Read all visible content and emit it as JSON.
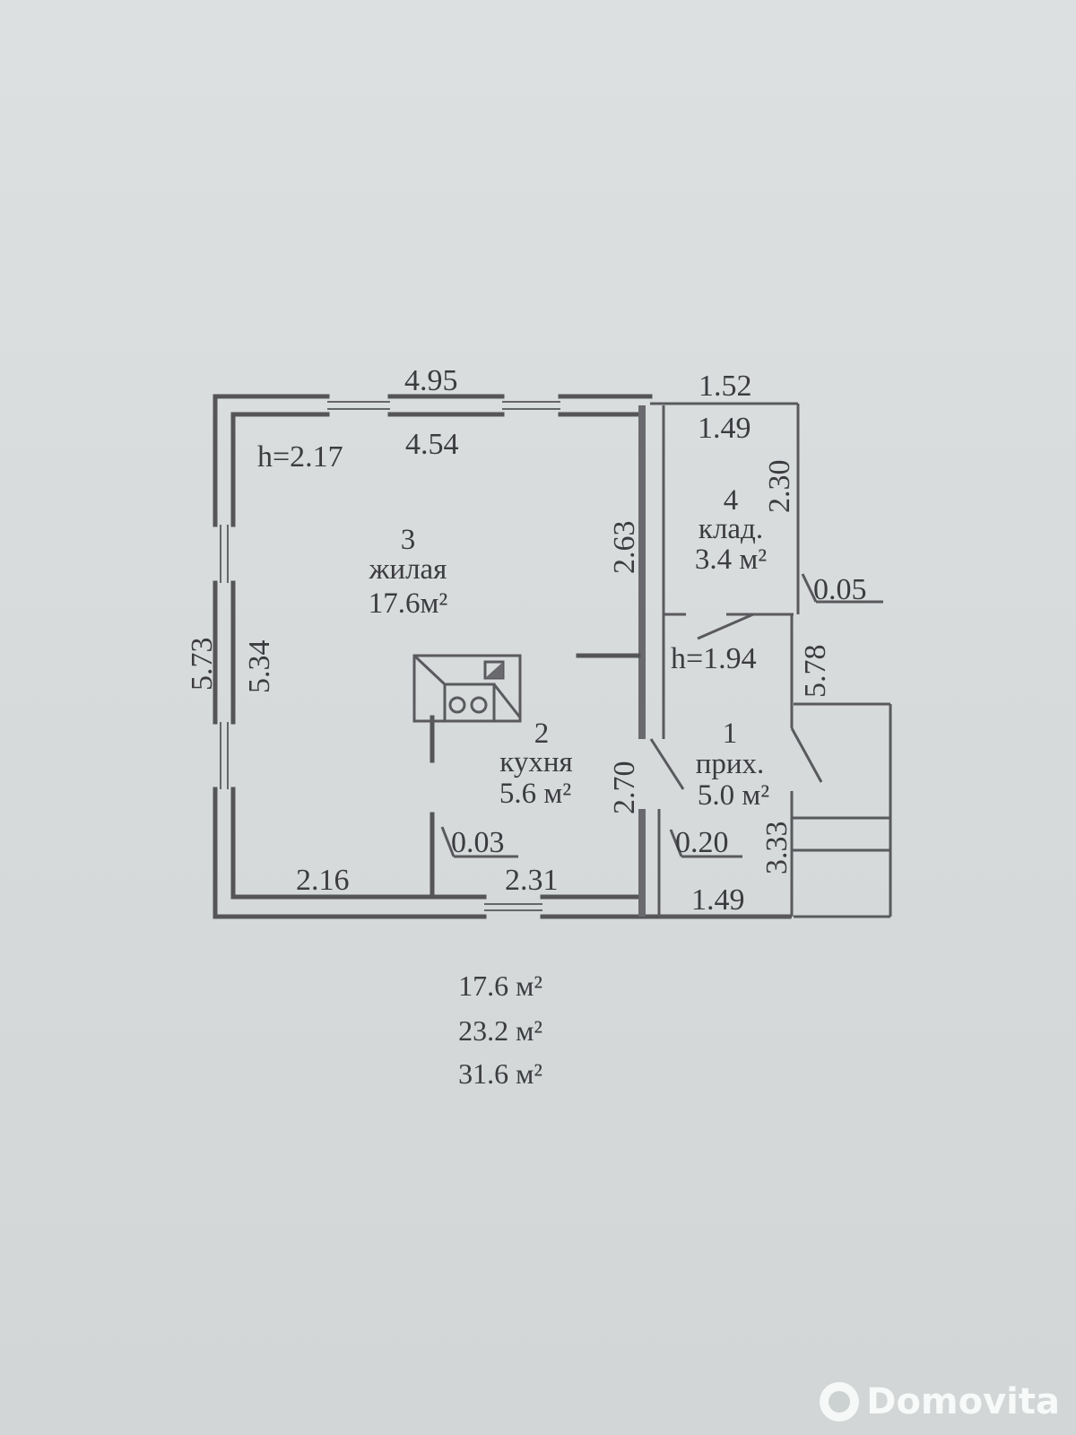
{
  "plan": {
    "dimensions": {
      "top_outer_left": "4.95",
      "top_inner_left": "4.54",
      "top_outer_right": "1.52",
      "top_inner_right": "1.49",
      "left_outer": "5.73",
      "left_inner": "5.34",
      "partition_upper": "2.63",
      "partition_lower": "2.70",
      "storage_height": "2.30",
      "right_outer": "5.78",
      "porch_side": "3.33",
      "bottom_left": "2.16",
      "bottom_mid": "2.31",
      "bottom_right": "1.49",
      "thickness_a": "0.03",
      "thickness_b": "0.20",
      "thickness_c": "0.05"
    },
    "ceiling_heights": {
      "main": "h=2.17",
      "annex": "h=1.94"
    },
    "rooms": [
      {
        "number": "3",
        "name": "жилая",
        "area": "17.6м²"
      },
      {
        "number": "4",
        "name": "клад.",
        "area": "3.4 м²"
      },
      {
        "number": "2",
        "name": "кухня",
        "area": "5.6 м²"
      },
      {
        "number": "1",
        "name": "прих.",
        "area": "5.0 м²"
      }
    ]
  },
  "summary": {
    "living_area": "17.6 м²",
    "useful_area": "23.2 м²",
    "total_area": "31.6 м²"
  },
  "watermark": {
    "text": "Domovita",
    "icon": "domovita-logo-icon"
  }
}
